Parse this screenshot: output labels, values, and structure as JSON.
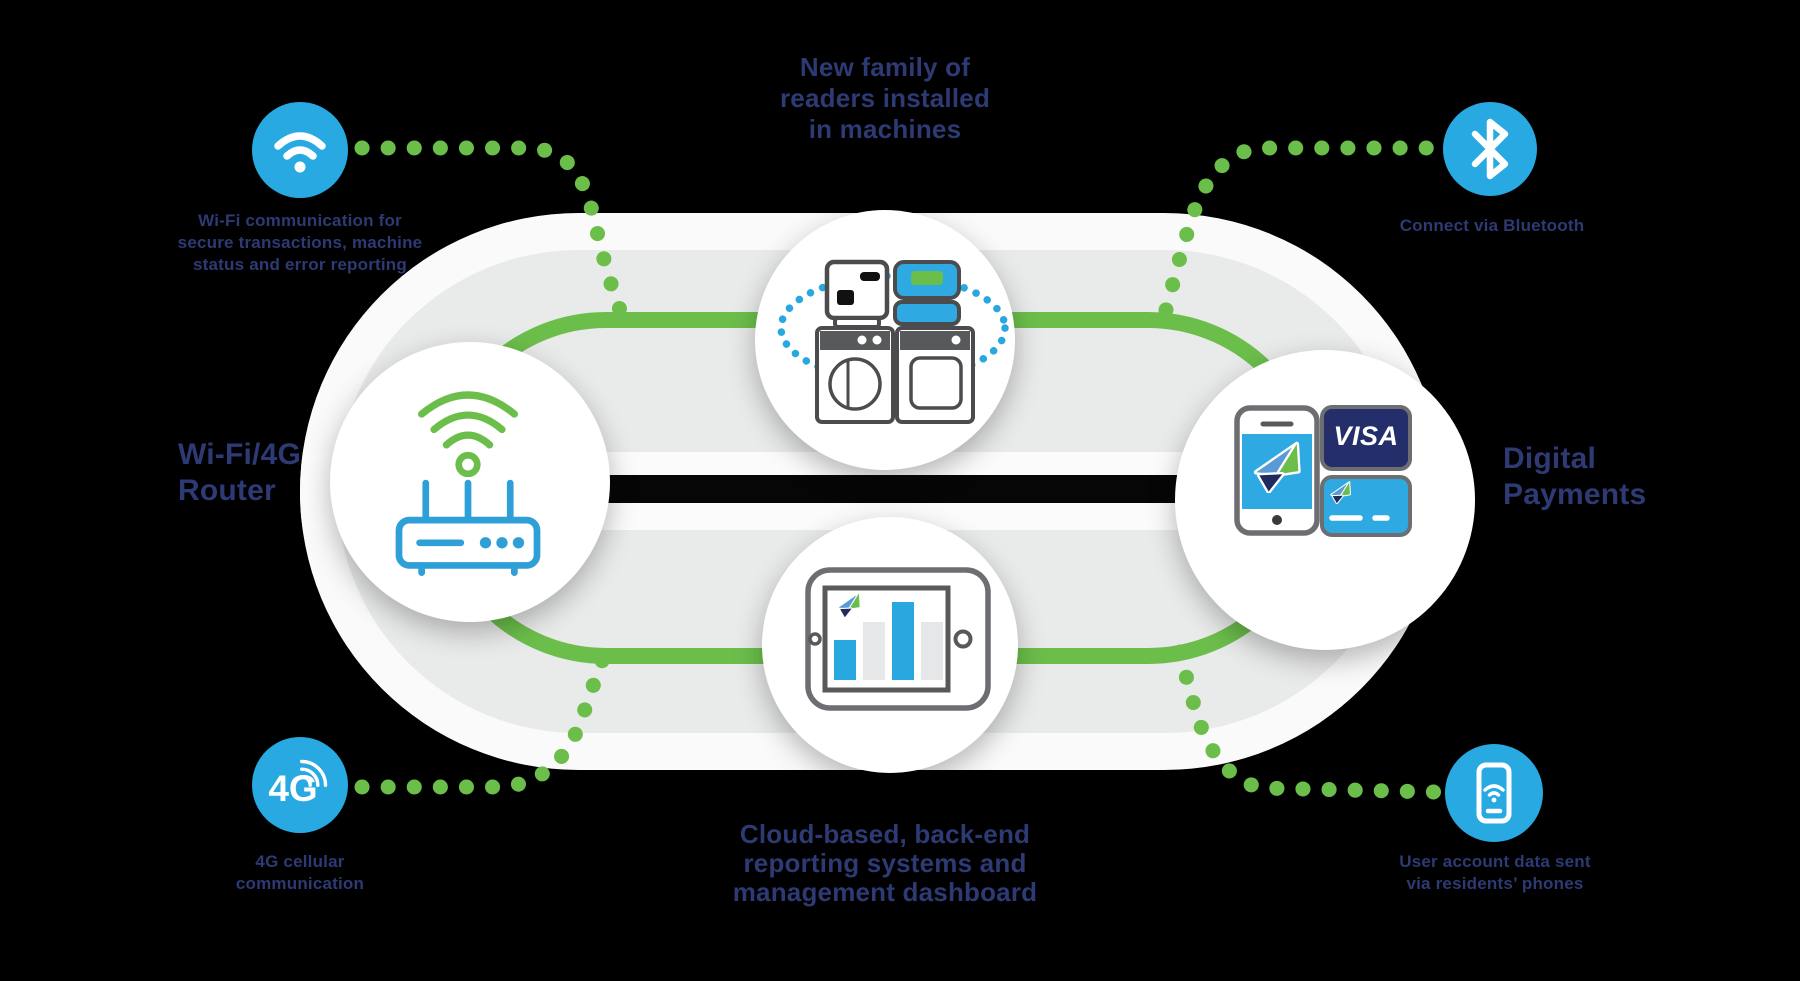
{
  "colors": {
    "green": "#6CBE4B",
    "badge_blue": "#29A9E1",
    "icon_blue": "#2FA9E1",
    "navy_text": "#2D3A74",
    "visa_navy": "#232E6B",
    "machine_gray": "#58595B"
  },
  "callouts": {
    "wifi": {
      "lines": [
        "Wi-Fi communication for",
        "secure transactions, machine",
        "status and error reporting"
      ]
    },
    "bluetooth": {
      "label": "Connect via Bluetooth"
    },
    "cellular": {
      "badge_text": "4G",
      "lines": [
        "4G cellular",
        "communication"
      ]
    },
    "user_phone": {
      "lines": [
        "User account data sent",
        "via residents’ phones"
      ]
    }
  },
  "nodes": {
    "readers": {
      "lines": [
        "New family of",
        "readers installed",
        "in machines"
      ]
    },
    "router": {
      "lines": [
        "Wi-Fi/4G",
        "Router"
      ]
    },
    "payments": {
      "lines": [
        "Digital",
        "Payments"
      ],
      "visa": "VISA"
    },
    "dashboard": {
      "lines": [
        "Cloud-based, back-end",
        "reporting systems and",
        "management dashboard"
      ],
      "bars": [
        {
          "color": "#29A8E0",
          "height": 40
        },
        {
          "color": "#E6E7E8",
          "height": 58
        },
        {
          "color": "#29A8E0",
          "height": 78
        },
        {
          "color": "#E6E7E8",
          "height": 58
        }
      ]
    }
  }
}
